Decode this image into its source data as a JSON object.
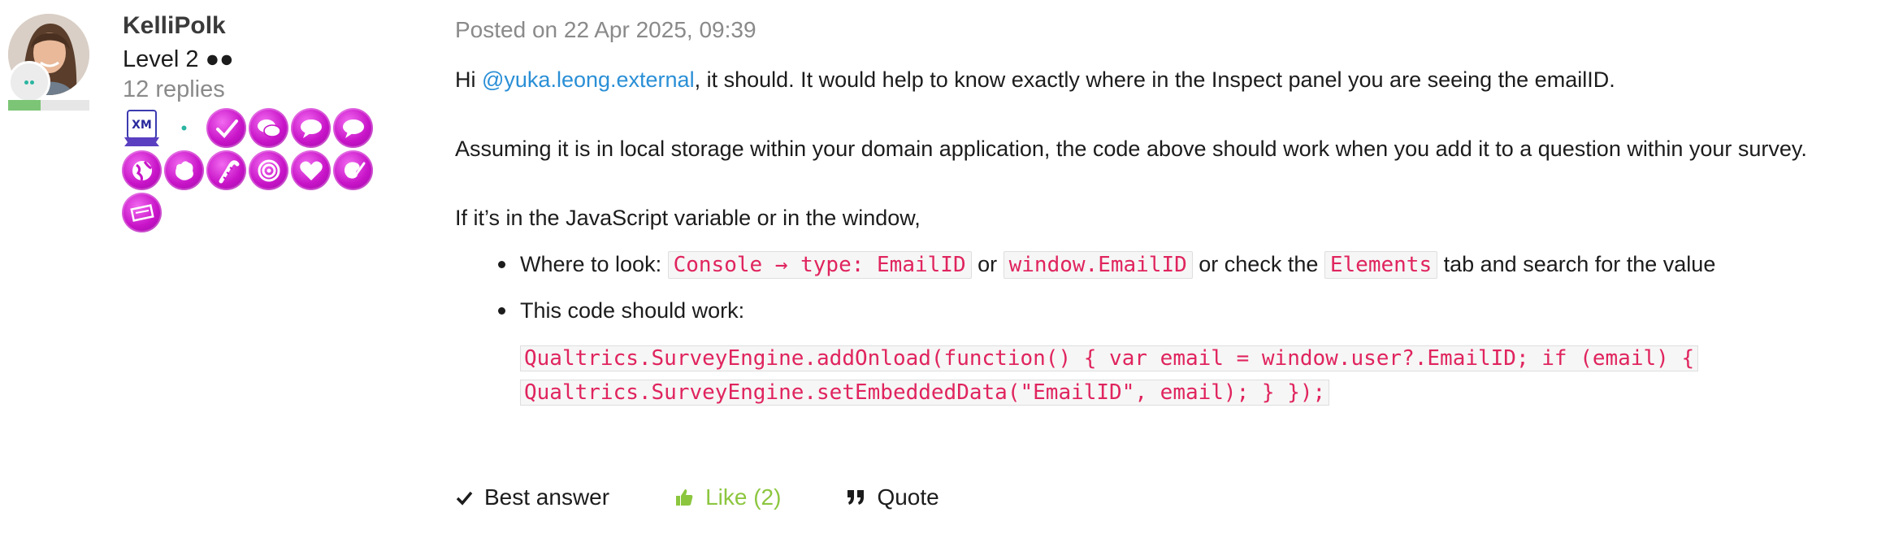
{
  "author": {
    "name": "KelliPolk",
    "level": "Level 2 ●●",
    "replies": "12 replies",
    "rank_progress": 0.4
  },
  "badges": [
    {
      "icon": "xm-certified-badge-icon"
    },
    {
      "icon": "dot-badge-icon"
    },
    {
      "icon": "checkmark-badge-icon"
    },
    {
      "icon": "double-chat-badge-icon"
    },
    {
      "icon": "chat-bubble-badge-icon"
    },
    {
      "icon": "chat-bubble-badge-icon"
    },
    {
      "icon": "globe-badge-icon"
    },
    {
      "icon": "thumbs-badge-icon"
    },
    {
      "icon": "candy-cane-badge-icon"
    },
    {
      "icon": "target-badge-icon"
    },
    {
      "icon": "heart-badge-icon"
    },
    {
      "icon": "palette-badge-icon"
    },
    {
      "icon": "event-badge-icon"
    }
  ],
  "post": {
    "meta": "Posted on 22 Apr 2025, 09:39",
    "p1_pre": "Hi ",
    "p1_mention": "@yuka.leong.external",
    "p1_post": ", it should. It would help to know exactly where in the Inspect panel you are seeing the emailID.",
    "p2": "Assuming it is in local storage within your domain application, the code above should work when you add it to a question within your survey.",
    "p3": "If it’s in the JavaScript variable or in the window,",
    "bullet1": {
      "t1": "Where to look: ",
      "c1": "Console → type: EmailID",
      "t2": " or ",
      "c2": "window.EmailID",
      "t3": " or check the ",
      "c3": "Elements",
      "t4": " tab and search for the value"
    },
    "bullet2": "This code should work:",
    "code_line1": "Qualtrics.SurveyEngine.addOnload(function() { var email = window.user?.EmailID; if (email) {",
    "code_line2": "Qualtrics.SurveyEngine.setEmbeddedData(\"EmailID\", email); } });"
  },
  "actions": {
    "best_answer": "Best answer",
    "like": "Like (2)",
    "quote": "Quote"
  },
  "colors": {
    "mention": "#2a8fd6",
    "code": "#e0245e",
    "like": "#8cc63f",
    "badge": "#c814c8"
  }
}
